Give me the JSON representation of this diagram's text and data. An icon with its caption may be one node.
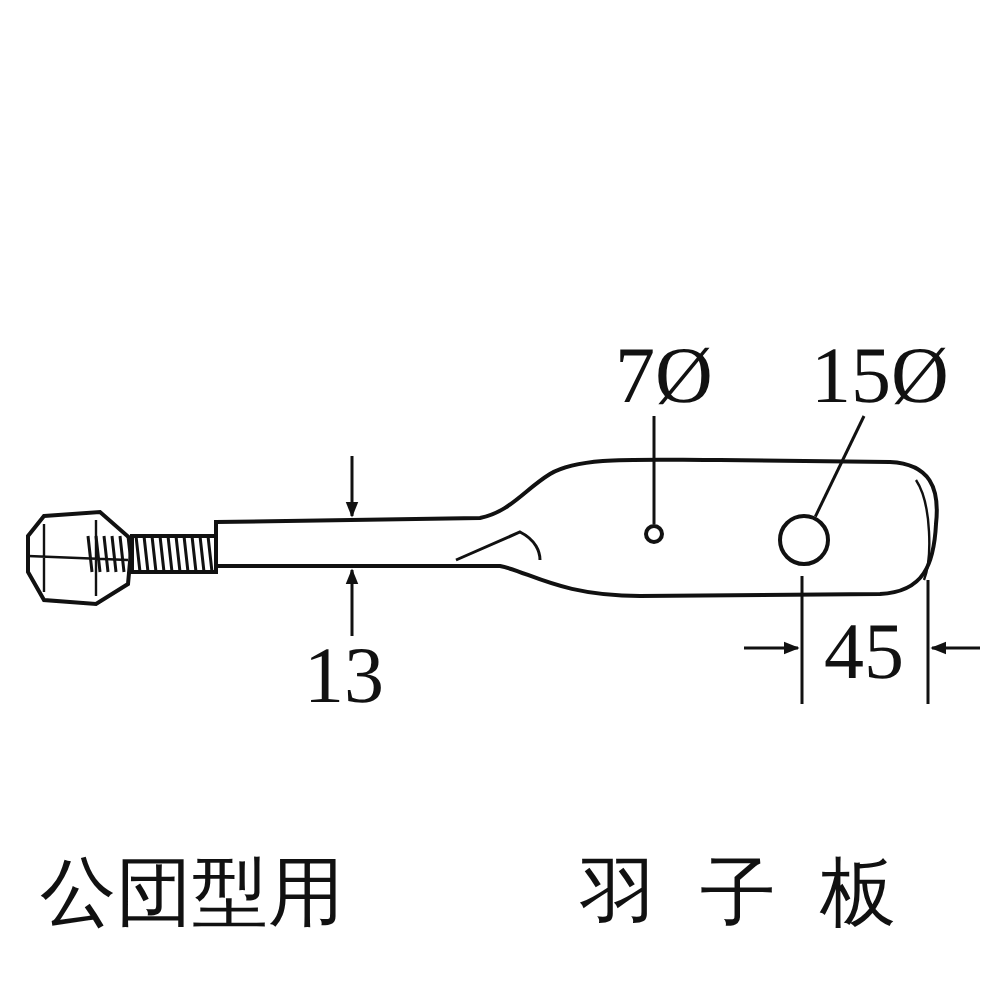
{
  "diagram": {
    "nodes": [
      {
        "text": [
          "7Ø"
        ]
      },
      {
        "text": [],
        "shape": "circle"
      },
      {
        "text": [
          "15Ø"
        ]
      },
      {
        "text": [],
        "shape": "circle"
      }
    ],
    "edges": [
      {
        "from": 0,
        "to": 1,
        "arrow": "none"
      },
      {
        "from": 2,
        "to": 3,
        "arrow": "none"
      }
    ],
    "labels": [
      "13",
      "45",
      "公団型用",
      "羽子板"
    ]
  }
}
